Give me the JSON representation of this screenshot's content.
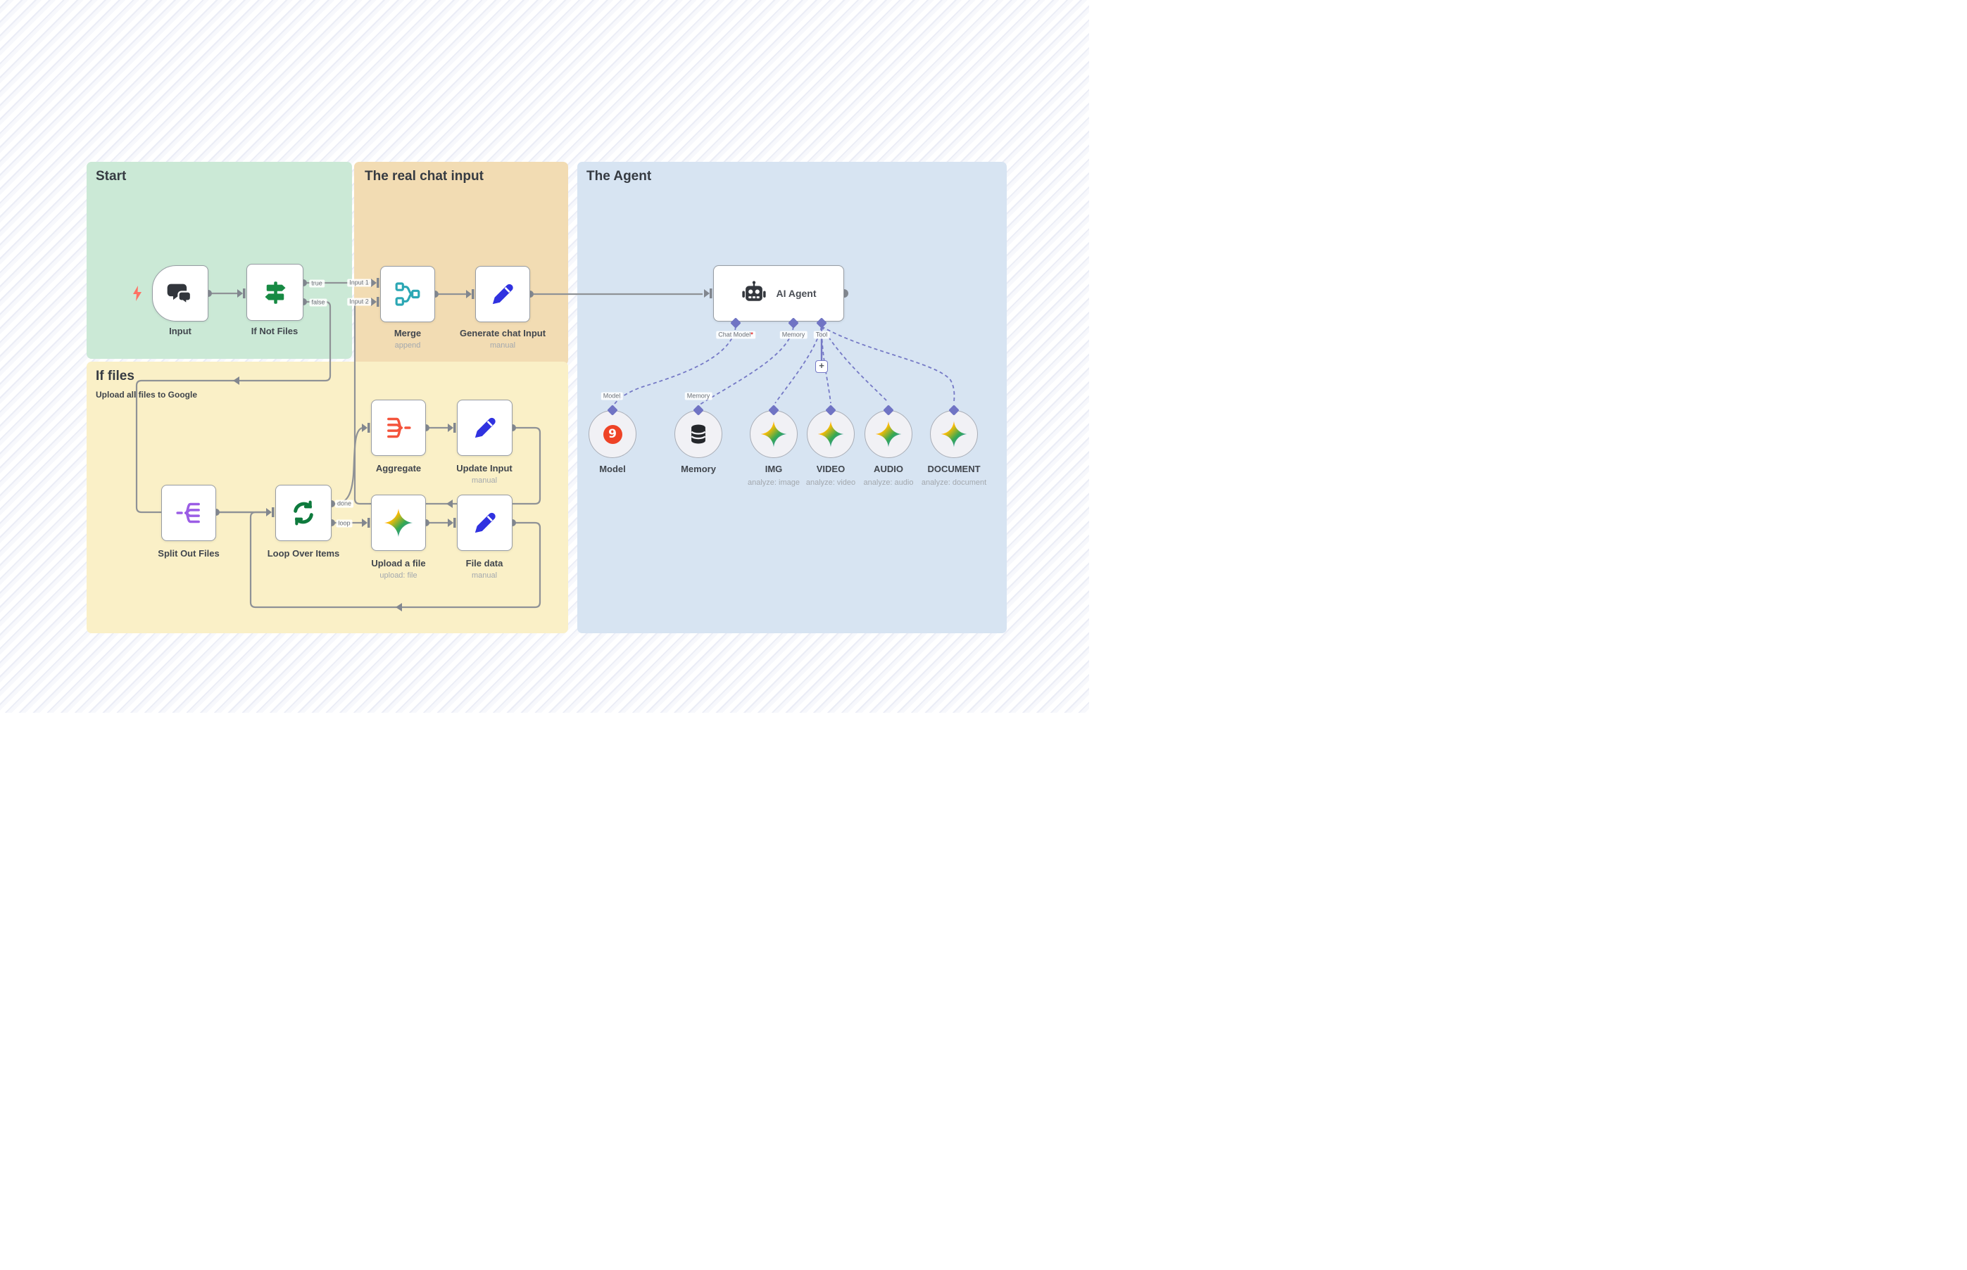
{
  "sections": {
    "start": {
      "title": "Start"
    },
    "real_chat_input": {
      "title": "The real chat input"
    },
    "agent": {
      "title": "The Agent"
    },
    "if_files": {
      "title": "If files",
      "subtitle": "Upload all files to Google"
    }
  },
  "nodes": {
    "input": {
      "label": "Input"
    },
    "if_not_files": {
      "label": "If Not Files"
    },
    "merge": {
      "label": "Merge",
      "sublabel": "append"
    },
    "generate_chat_input": {
      "label": "Generate chat Input",
      "sublabel": "manual"
    },
    "ai_agent": {
      "label": "AI Agent"
    },
    "split_out_files": {
      "label": "Split Out Files"
    },
    "loop_over_items": {
      "label": "Loop Over Items"
    },
    "aggregate": {
      "label": "Aggregate"
    },
    "update_input": {
      "label": "Update Input",
      "sublabel": "manual"
    },
    "upload_a_file": {
      "label": "Upload a file",
      "sublabel": "upload: file"
    },
    "file_data": {
      "label": "File data",
      "sublabel": "manual"
    },
    "model": {
      "label": "Model",
      "badge": "9"
    },
    "memory": {
      "label": "Memory"
    },
    "img": {
      "label": "IMG",
      "sublabel": "analyze: image"
    },
    "video": {
      "label": "VIDEO",
      "sublabel": "analyze: video"
    },
    "audio": {
      "label": "AUDIO",
      "sublabel": "analyze: audio"
    },
    "document": {
      "label": "DOCUMENT",
      "sublabel": "analyze: document"
    }
  },
  "pills": {
    "true_out": "true",
    "false_out": "false",
    "input1": "Input 1",
    "input2": "Input 2",
    "done": "done",
    "loop": "loop",
    "model_wire": "Model",
    "memory_wire": "Memory"
  },
  "agent_ports": {
    "chat_model": "Chat Model",
    "required_mark": "*",
    "memory": "Memory",
    "tool": "Tool",
    "add": "+"
  },
  "colors": {
    "section_start": "#cbe9d6",
    "section_chat": "#f2dcb3",
    "section_if_files": "#faf0c7",
    "section_agent": "#d7e4f2",
    "wire": "#8f9296",
    "wire_dashed": "#7579c6",
    "port": "#82878f",
    "trigger_zap": "#ff7163",
    "model_badge_bg": "#ee4326"
  }
}
